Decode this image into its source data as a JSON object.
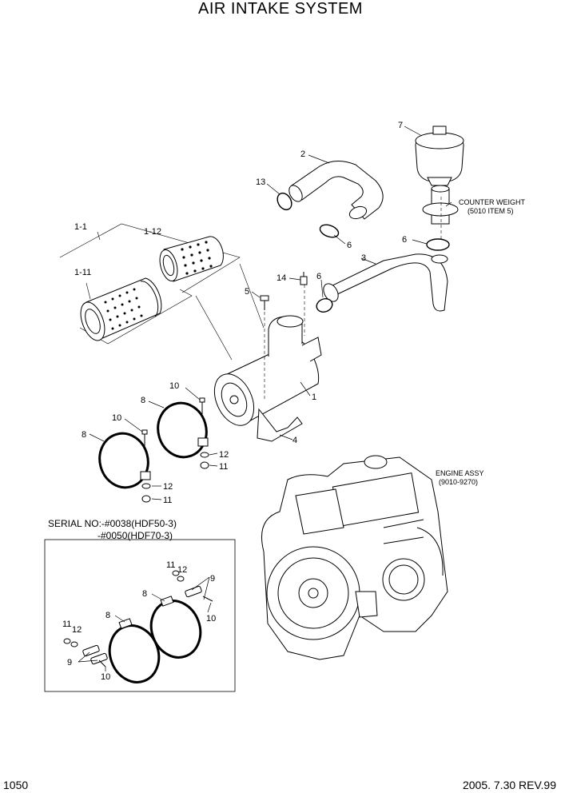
{
  "page": {
    "title": "AIR INTAKE SYSTEM",
    "page_number": "1050",
    "revision": "2005. 7.30 REV.99"
  },
  "notes": {
    "counter_weight_line1": "COUNTER WEIGHT",
    "counter_weight_line2": "(5010 ITEM 5)",
    "engine_line1": "ENGINE ASSY",
    "engine_line2": "(9010-9270)",
    "serial_line1": "SERIAL NO:-#0038(HDF50-3)",
    "serial_line2": "-#0050(HDF70-3)"
  },
  "callouts": {
    "c1_1": "1-1",
    "c1_12": "1-12",
    "c1_11": "1-11",
    "c2": "2",
    "c13": "13",
    "c7": "7",
    "c6a": "6",
    "c6b": "6",
    "c3": "3",
    "c14": "14",
    "c5": "5",
    "c6c": "6",
    "c1": "1",
    "c4": "4",
    "c10a": "10",
    "c8a": "8",
    "c10b": "10",
    "c8b": "8",
    "c12a": "12",
    "c11a": "11",
    "c12b": "12",
    "c11b": "11",
    "d11a": "11",
    "d12a": "12",
    "d9a": "9",
    "d8a": "8",
    "d10a": "10",
    "d8b": "8",
    "d11b": "11",
    "d12b": "12",
    "d9b": "9",
    "d10b": "10"
  }
}
